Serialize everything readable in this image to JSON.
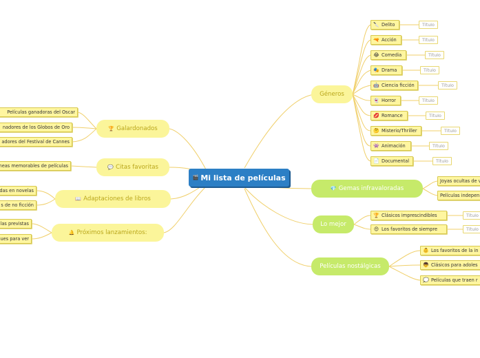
{
  "central": {
    "label": "Mi lista de películas",
    "icon": "clapper-board-icon"
  },
  "branches": {
    "generos": {
      "label": "Géneros"
    },
    "galardonados": {
      "label": "Galardonados",
      "icon": "trophy-icon"
    },
    "citas": {
      "label": "Citas favoritas",
      "icon": "speech-bubble-icon"
    },
    "adaptaciones": {
      "label": "Adaptaciones de libros",
      "icon": "open-book-icon"
    },
    "proximos": {
      "label": "Próximos lanzamientos:",
      "icon": "bell-icon"
    },
    "gemas": {
      "label": "Gemas infravaloradas",
      "icon": "gem-icon"
    },
    "lomejor": {
      "label": "Lo mejor"
    },
    "nostalgicas": {
      "label": "Películas nostálgicas"
    }
  },
  "generos_items": [
    {
      "label": "Delito",
      "icon": "knife-icon",
      "tag": "Título"
    },
    {
      "label": "Acción",
      "icon": "pistol-icon",
      "tag": "Título"
    },
    {
      "label": "Comedia",
      "icon": "laughing-face-icon",
      "tag": "Título"
    },
    {
      "label": "Drama",
      "icon": "theater-masks-icon",
      "tag": "Título"
    },
    {
      "label": "Ciencia ficción",
      "icon": "robot-icon",
      "tag": "Título"
    },
    {
      "label": "Horror",
      "icon": "ghost-icon",
      "tag": "Título"
    },
    {
      "label": "Romance",
      "icon": "lips-icon",
      "tag": "Título"
    },
    {
      "label": "Misterio/Thriller",
      "icon": "thinking-face-icon",
      "tag": "Título"
    },
    {
      "label": "Animación",
      "icon": "alien-monster-icon",
      "tag": "Título"
    },
    {
      "label": "Documental",
      "icon": "document-icon",
      "tag": "Título"
    }
  ],
  "galardonados_items": [
    {
      "label": "Películas ganadoras del Oscar"
    },
    {
      "label": "nadores de los Globos de Oro"
    },
    {
      "label": "adores del Festival de Cannes"
    }
  ],
  "citas_items": [
    {
      "label": "neas memorables de películas"
    }
  ],
  "adaptaciones_items": [
    {
      "label": "das en novelas"
    },
    {
      "label": "s de no ficción"
    }
  ],
  "proximos_items": [
    {
      "label": "las previstas"
    },
    {
      "label": "ues para ver"
    }
  ],
  "gemas_items": [
    {
      "label": "Joyas ocultas de v"
    },
    {
      "label": "Películas indepen"
    }
  ],
  "lomejor_items": [
    {
      "label": "Clásicos imprescindibles",
      "icon": "trophy-cup-icon",
      "tag": "Título"
    },
    {
      "label": "Los favoritos de siempre",
      "icon": "heart-eyes-face-icon",
      "tag": "Título"
    }
  ],
  "nostalgicas_items": [
    {
      "label": "Los favoritos de la in",
      "icon": "baby-face-icon"
    },
    {
      "label": "Clásicos para adoles",
      "icon": "boy-face-icon"
    },
    {
      "label": "Películas que traen r",
      "icon": "thought-bubble-icon"
    }
  ],
  "colors": {
    "central": "#2c7fc5",
    "branch_cloud": "#fbf59a",
    "branch_cloud_green": "#c6ea6a",
    "leaf": "#fff6a0",
    "link": "#f0cf6a"
  }
}
